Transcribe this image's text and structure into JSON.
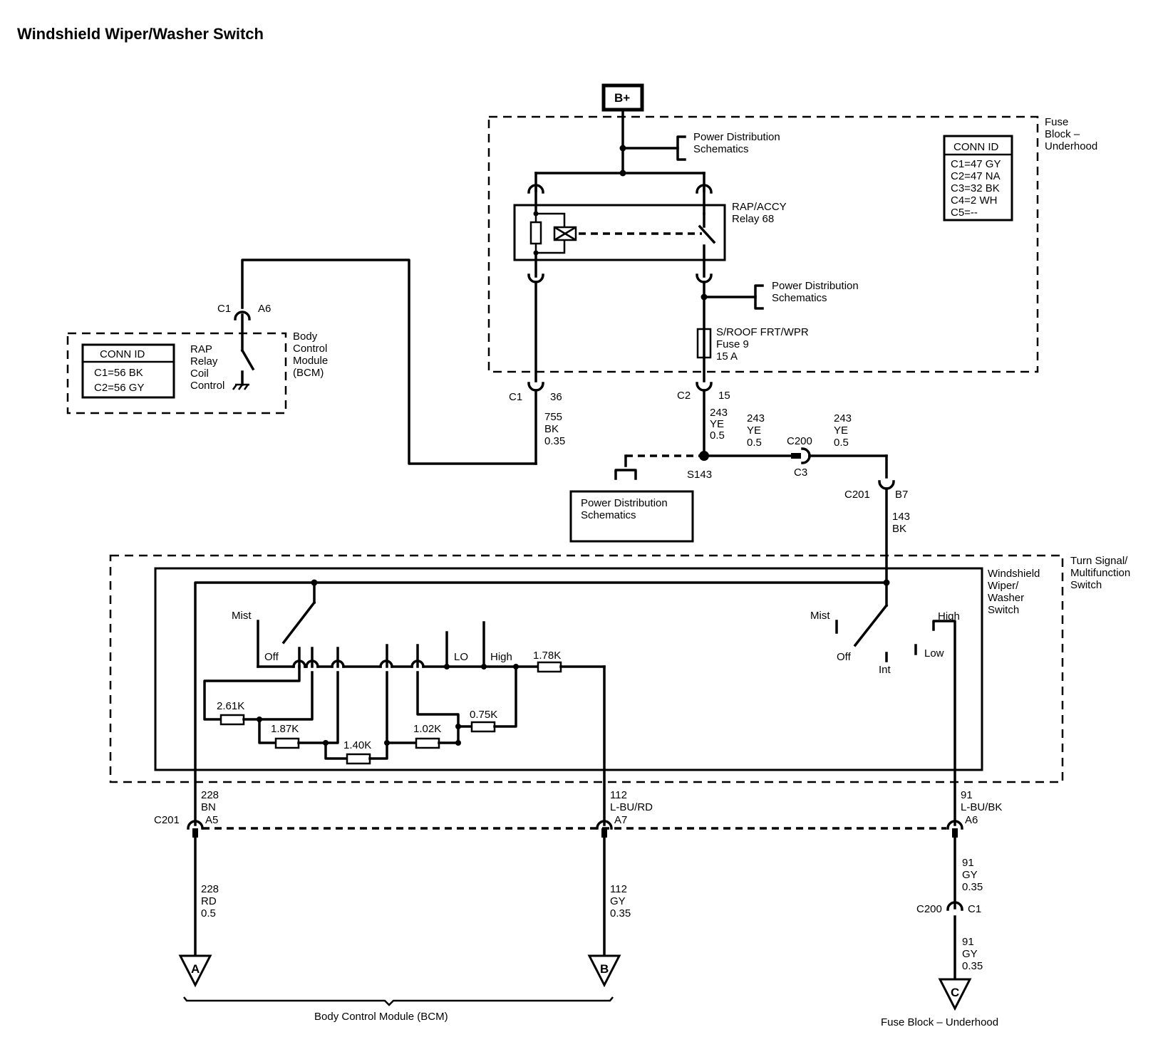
{
  "title": "Windshield Wiper/Washer Switch",
  "power": {
    "label": "B+"
  },
  "fuse_block": {
    "label": [
      "Fuse",
      "Block –",
      "Underhood"
    ],
    "conn_id_title": "CONN ID",
    "conn_ids": [
      "C1=47 GY",
      "C2=47 NA",
      "C3=32 BK",
      "C4=2 WH",
      "C5=--"
    ],
    "pds_top": [
      "Power Distribution",
      "Schematics"
    ],
    "pds_mid": [
      "Power Distribution",
      "Schematics"
    ],
    "relay_label": [
      "RAP/ACCY",
      "Relay 68"
    ],
    "fuse_label": [
      "S/ROOF FRT/WPR",
      "Fuse 9",
      "15 A"
    ]
  },
  "bcm_top": {
    "label": [
      "Body",
      "Control",
      "Module",
      "(BCM)"
    ],
    "conn_id_title": "CONN ID",
    "conn_ids": [
      "C1=56 BK",
      "C2=56 GY"
    ],
    "circuit_label": [
      "RAP",
      "Relay",
      "Coil",
      "Control"
    ],
    "conn_c1": "C1",
    "pin_a6": "A6"
  },
  "connectors": {
    "c1_36": {
      "conn": "C1",
      "pin": "36",
      "wire": [
        "755",
        "BK",
        "0.35"
      ]
    },
    "c2_15": {
      "conn": "C2",
      "pin": "15",
      "wire": [
        "243",
        "YE",
        "0.5"
      ]
    },
    "wire_243_mid": [
      "243",
      "YE",
      "0.5"
    ],
    "wire_243_right": [
      "243",
      "YE",
      "0.5"
    ],
    "c200": "C200",
    "c3": "C3",
    "s143": "S143",
    "c201_b7": {
      "conn": "C201",
      "pin": "B7",
      "wire": [
        "143",
        "BK"
      ]
    },
    "pds_bottom": [
      "Power Distribution",
      "Schematics"
    ]
  },
  "switch": {
    "outer_label": [
      "Turn Signal/",
      "Multifunction",
      "Switch"
    ],
    "inner_label": [
      "Windshield",
      "Wiper/",
      "Washer",
      "Switch"
    ],
    "left": {
      "mist": "Mist",
      "off": "Off",
      "lo": "LO",
      "high": "High",
      "resistors": [
        "2.61K",
        "1.87K",
        "1.40K",
        "1.02K",
        "0.75K",
        "1.78K"
      ]
    },
    "right": {
      "mist": "Mist",
      "off": "Off",
      "int": "Int",
      "low": "Low",
      "high": "High"
    }
  },
  "bottom": {
    "wire_228_top": [
      "228",
      "BN"
    ],
    "wire_112_top": [
      "112",
      "L-BU/RD"
    ],
    "wire_91_top": [
      "91",
      "L-BU/BK"
    ],
    "c201": "C201",
    "pin_a5": "A5",
    "pin_a7": "A7",
    "pin_a6": "A6",
    "wire_228_bot": [
      "228",
      "RD",
      "0.5"
    ],
    "wire_112_bot": [
      "112",
      "GY",
      "0.35"
    ],
    "wire_91_mid": [
      "91",
      "GY",
      "0.35"
    ],
    "c200": "C200",
    "c1": "C1",
    "wire_91_bot": [
      "91",
      "GY",
      "0.35"
    ],
    "ref_a": "A",
    "ref_b": "B",
    "ref_c": "C",
    "bcm_label": "Body Control Module (BCM)",
    "fuse_block_label": "Fuse Block – Underhood"
  }
}
